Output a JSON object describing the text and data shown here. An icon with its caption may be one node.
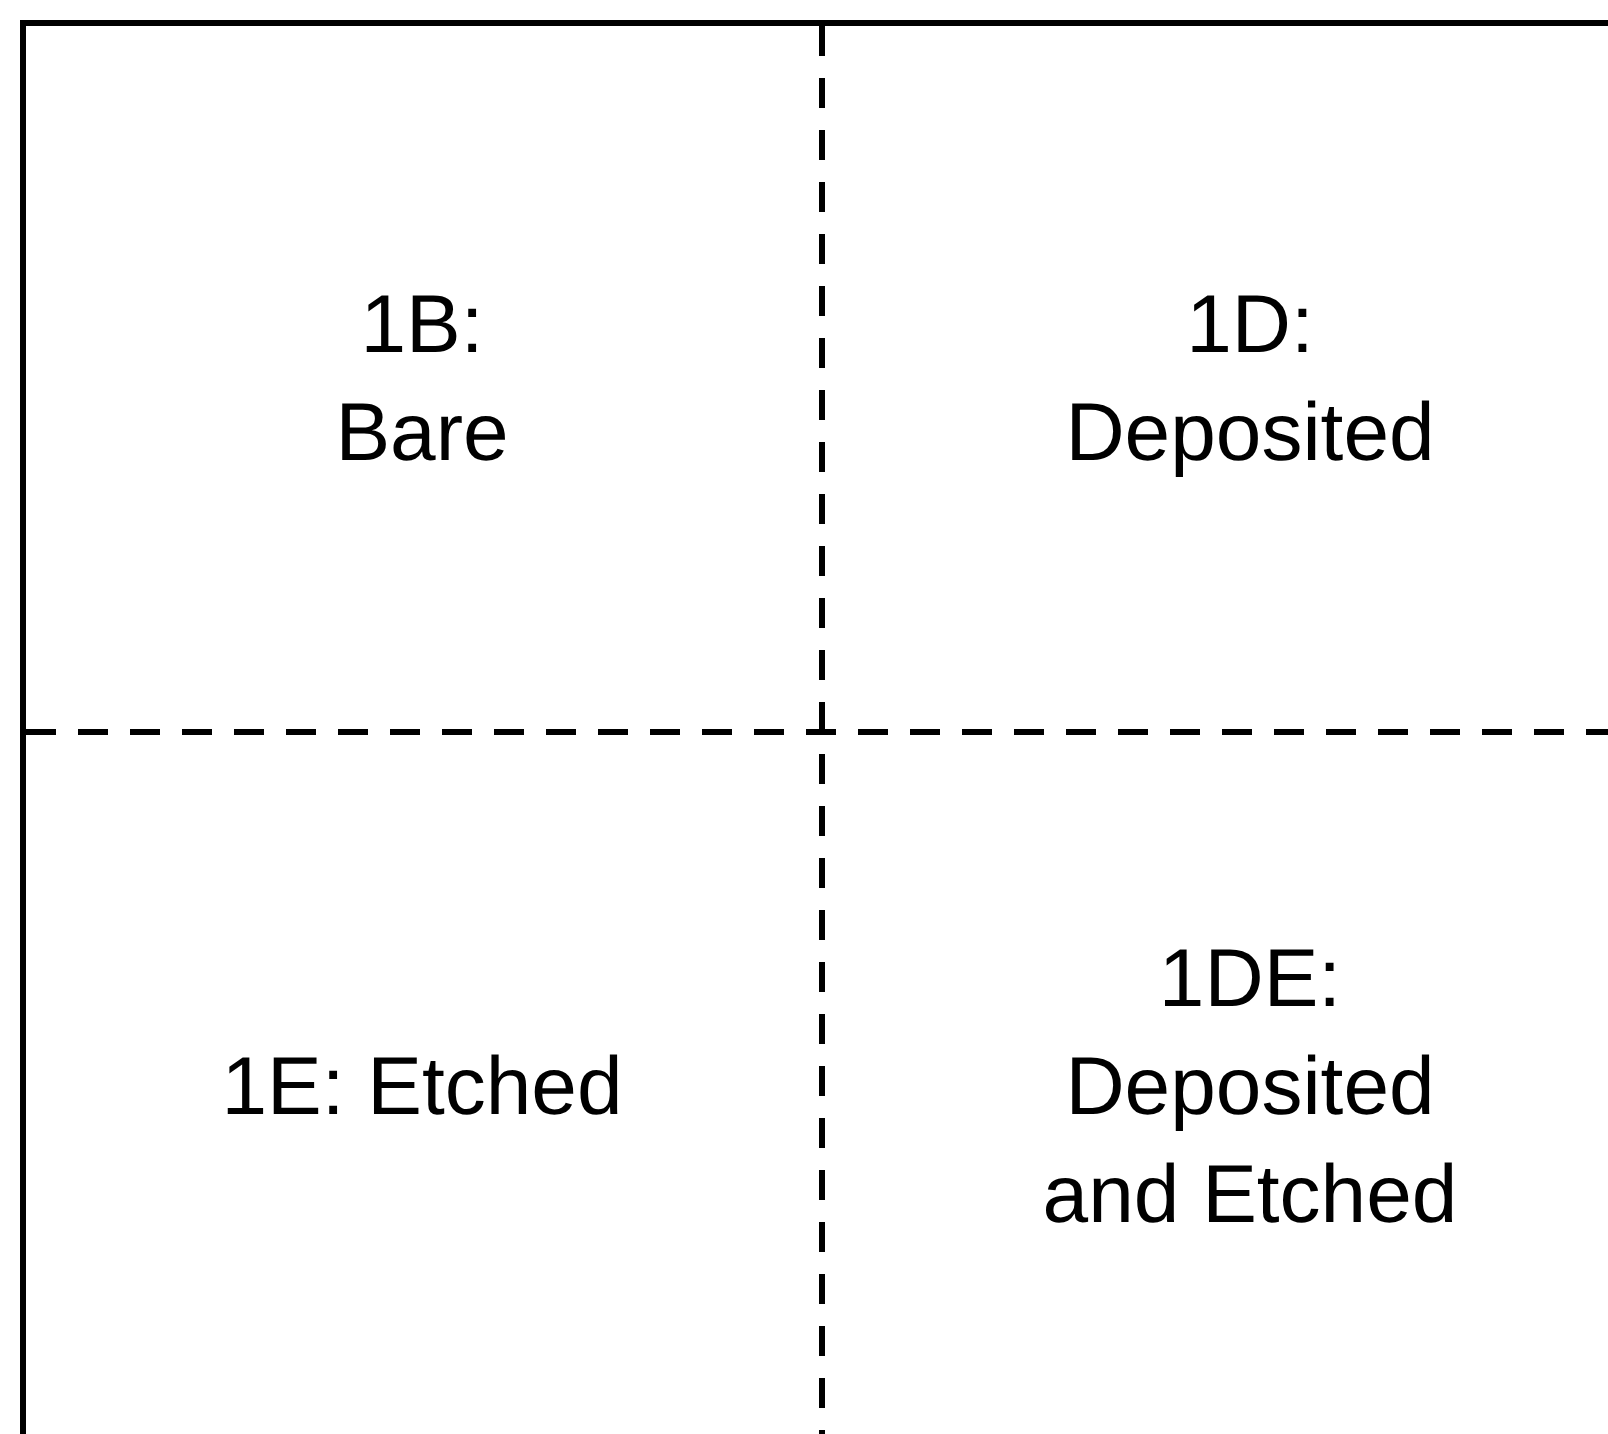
{
  "diagram": {
    "nodes": [
      {
        "text": [
          "1B:",
          "Bare"
        ]
      },
      {
        "text": [
          "1D:",
          "Deposited"
        ]
      },
      {
        "text": [
          "1E: Etched"
        ]
      },
      {
        "text": [
          "1DE:",
          "Deposited and Etched"
        ]
      }
    ]
  }
}
